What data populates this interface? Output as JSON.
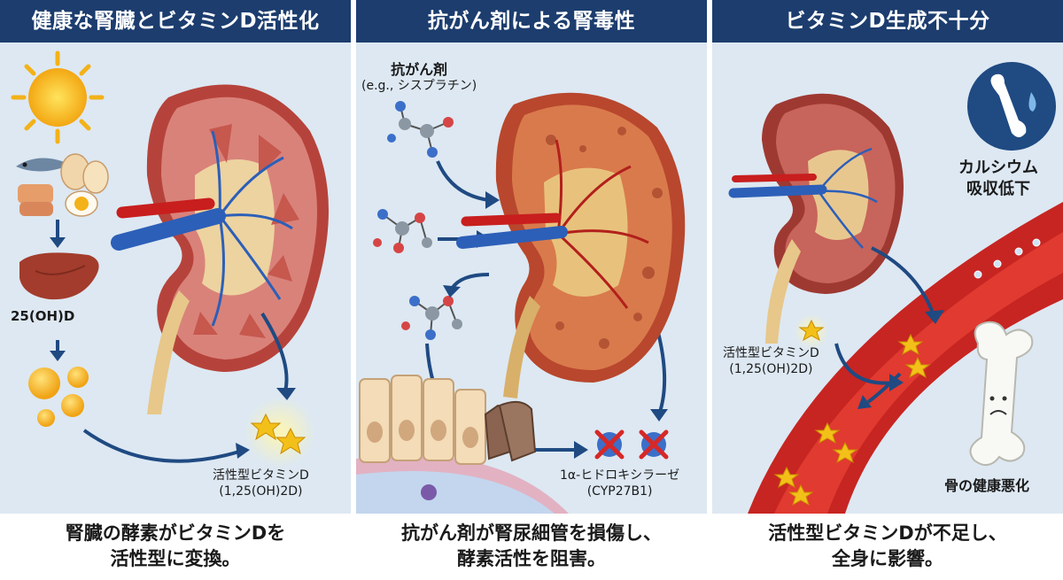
{
  "colors": {
    "header_bg": "#1c3d6e",
    "panel_bg": "#dde8f2",
    "kidney_red": "#c44f45",
    "kidney_cortex": "#d9837a",
    "artery": "#c81e1e",
    "vein": "#2c5fb8",
    "ureter": "#e7c78a",
    "arrow": "#1f4a82",
    "vitamin_star": "#f3c019"
  },
  "panels": [
    {
      "title": "健康な腎臓とビタミンD活性化",
      "caption_line1": "腎臓の酵素がビタミンDを",
      "caption_line2": "活性型に変換。",
      "metabolite_label": "25(OH)D",
      "active_label_line1": "活性型ビタミンD",
      "active_label_line2": "(1,25(OH)2D)",
      "icons": [
        "sun-icon",
        "fish-icon",
        "egg-icon",
        "liver-icon"
      ]
    },
    {
      "title": "抗がん剤による腎毒性",
      "caption_line1": "抗がん剤が腎尿細管を損傷し、",
      "caption_line2": "酵素活性を阻害。",
      "drug_label_line1": "抗がん剤",
      "drug_label_line2": "(e.g., シスプラチン)",
      "enzyme_label_line1": "1α-ヒドロキシラーゼ",
      "enzyme_label_line2": "(CYP27B1)",
      "icons": [
        "molecule-icon",
        "cross-icon",
        "tubule-cells-icon"
      ]
    },
    {
      "title": "ビタミンD生成不十分",
      "caption_line1": "活性型ビタミンDが不足し、",
      "caption_line2": "全身に影響。",
      "calcium_label_line1": "カルシウム",
      "calcium_label_line2": "吸収低下",
      "active_label_line1": "活性型ビタミンD",
      "active_label_line2": "(1,25(OH)2D)",
      "bone_label": "骨の健康悪化",
      "icons": [
        "sad-bone-icon",
        "blood-vessel-icon"
      ]
    }
  ]
}
